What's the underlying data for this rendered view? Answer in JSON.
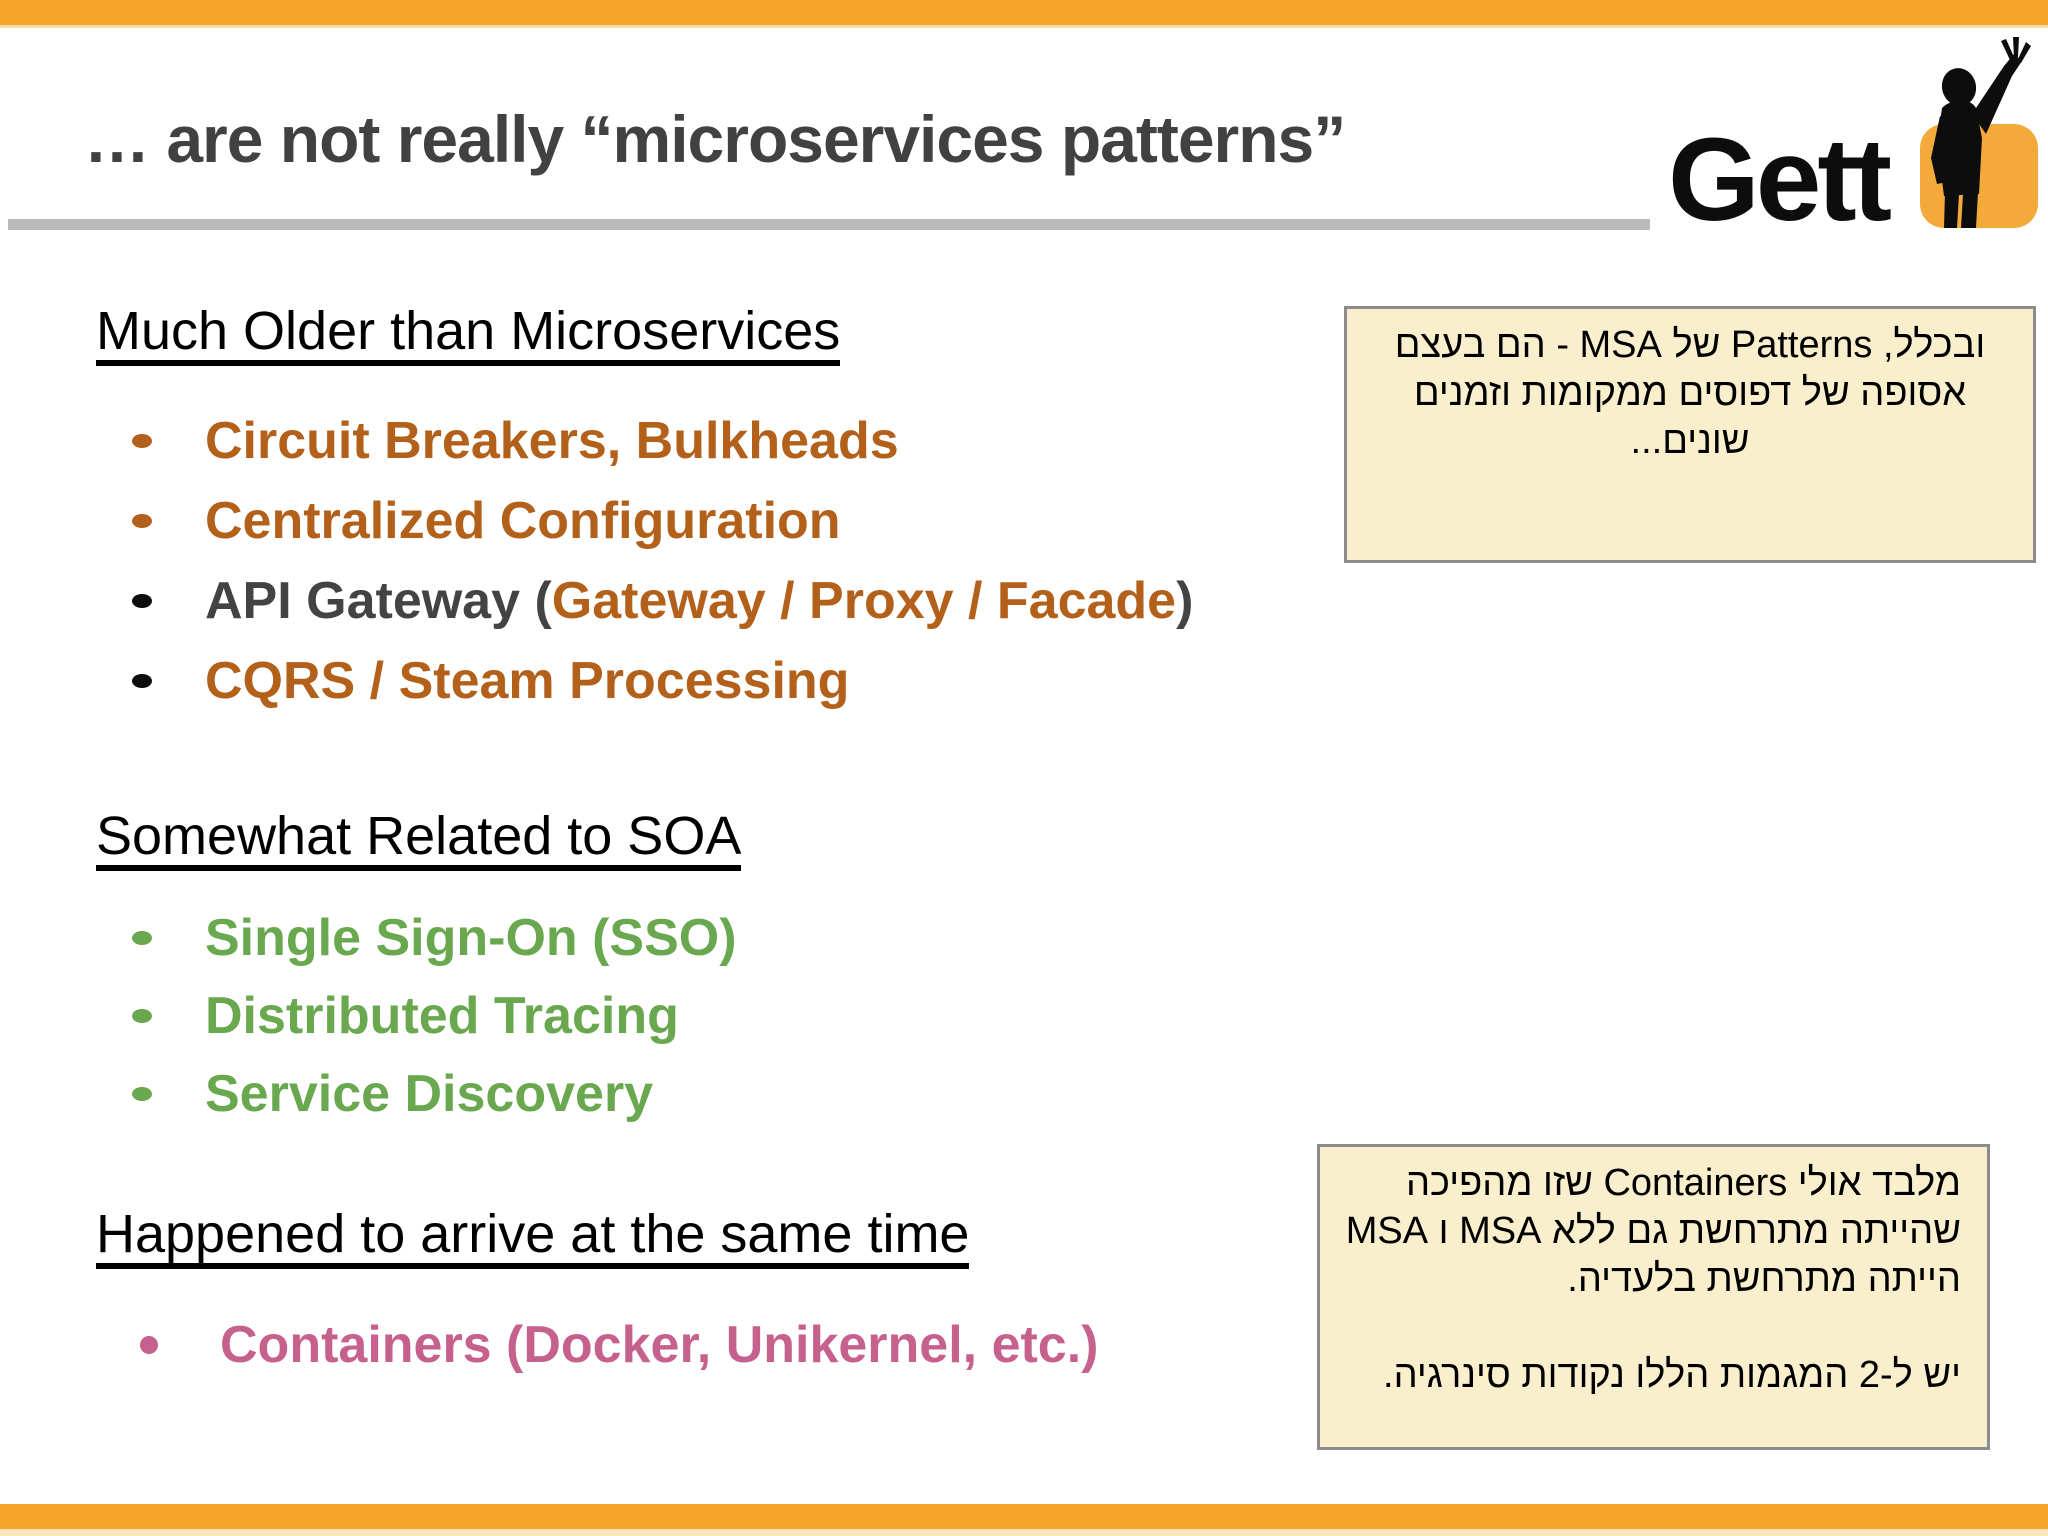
{
  "title": "… are not really “microservices patterns”",
  "logo": {
    "brand": "Gett",
    "icon": "person-raising-hand-icon"
  },
  "colors": {
    "bar_orange": "#F5A62B",
    "logo_orange": "#F4A93B",
    "bullet_orange": "#B3601B",
    "bullet_green": "#6AA84F",
    "bullet_pink": "#C6618E",
    "body_dark": "#434343",
    "note_background": "#FAEFCC",
    "note_border": "#8C8C8C",
    "divider_gray": "#B9B9B9"
  },
  "sections": [
    {
      "heading": "Much Older than Microservices",
      "items": [
        {
          "parts": [
            {
              "text": "Circuit Breakers, Bulkheads",
              "color": "orange"
            }
          ],
          "bullet": "orange"
        },
        {
          "parts": [
            {
              "text": "Centralized Configuration",
              "color": "orange"
            }
          ],
          "bullet": "orange"
        },
        {
          "parts": [
            {
              "text": "API Gateway (",
              "color": "dark"
            },
            {
              "text": "Gateway / Proxy / Facade",
              "color": "orange"
            },
            {
              "text": ")",
              "color": "dark"
            }
          ],
          "bullet": "black"
        },
        {
          "parts": [
            {
              "text": "CQRS / Steam Processing",
              "color": "orange"
            }
          ],
          "bullet": "black"
        }
      ]
    },
    {
      "heading": "Somewhat Related to SOA",
      "items": [
        {
          "parts": [
            {
              "text": "Single Sign-On (SSO)",
              "color": "green"
            }
          ],
          "bullet": "green"
        },
        {
          "parts": [
            {
              "text": "Distributed Tracing",
              "color": "green"
            }
          ],
          "bullet": "green"
        },
        {
          "parts": [
            {
              "text": "Service Discovery",
              "color": "green"
            }
          ],
          "bullet": "green"
        }
      ]
    },
    {
      "heading": "Happened to arrive at the same time",
      "items": [
        {
          "parts": [
            {
              "text": "Containers (Docker, Unikernel, etc.)",
              "color": "pink"
            }
          ],
          "bullet": "pink"
        }
      ]
    }
  ],
  "notes": [
    {
      "lines": [
        "ובכלל, Patterns של MSA - הם בעצם",
        "אסופה של דפוסים ממקומות וזמנים",
        "שונים..."
      ]
    },
    {
      "lines": [
        "מלבד אולי Containers שזו מהפיכה",
        "שהייתה מתרחשת גם ללא MSA ו MSA",
        "הייתה מתרחשת בלעדיה.",
        "",
        "יש ל-2 המגמות הללו נקודות סינרגיה."
      ]
    }
  ]
}
